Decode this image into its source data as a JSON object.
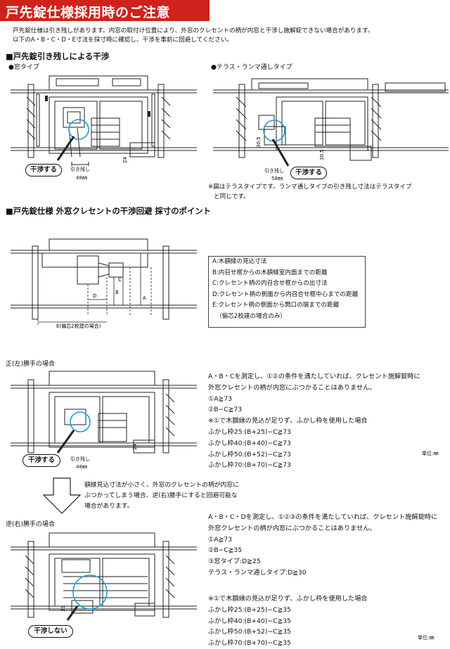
{
  "title": "戸先錠仕様採用時のご注意",
  "intro": [
    "戸先錠仕様は引き残しがあります。内窓の取付け位置により、外窓のクレセントの柄が内窓と干渉し施解錠できない場合があります。",
    "以下のA・B・C・D・E寸法を採寸時に確認し、干渉を事前に回避してください。"
  ],
  "section1": {
    "heading": "■戸先錠引き残しによる干渉",
    "left_label": "●窓タイプ",
    "right_label": "●テラス・ランマ通しタイプ",
    "left_fig": {
      "bubble": "干渉する",
      "hikinokoshi": "引き残し",
      "hikinokoshi_val": "48㎜",
      "dim24": "24"
    },
    "right_fig": {
      "bubble": "干渉する",
      "hikinokoshi": "引き残し",
      "hikinokoshi_val": "58㎜",
      "dim1": "30.5",
      "dim2": "30.5"
    },
    "note": [
      "※図はテラスタイプです。ランマ通しタイプの引き残し寸法はテラスタイプ",
      "と同じです。"
    ]
  },
  "section2": {
    "heading": "■戸先錠仕様 外窓クレセントの干渉回避 採寸のポイント",
    "dim_labels": {
      "a": "A",
      "b": "B",
      "c": "C",
      "d": "D",
      "e": "E(偏芯2枚建の場合)"
    },
    "legend": [
      "A:木額縁の見込寸法",
      "B:内召せ框からの木額縁室内面までの距離",
      "C:クレセント柄の内召合せ框からの出寸法",
      "D:クレセント柄の側面から内召合せ框中心までの距離",
      "E:クレセント柄の側面から開口の端までの距離",
      "（偏芯2枚建の場合のみ）"
    ]
  },
  "case_left": {
    "label": "正(左)勝手の場合",
    "bubble": "干渉する",
    "hikinokoshi": "引き残し",
    "hikinokoshi_val": "48㎜",
    "dim24": "24",
    "text": [
      "A・B・Cを測定し、①②の条件を満たしていれば、クレセント施解錠時に",
      "外窓クレセントの柄が内窓にぶつかることはありません。",
      "①A≧73",
      "②B−C≧73",
      "※①で木額縁の見込が足りず、ふかし枠を使用した場合",
      "ふかし枠25:(B+25)−C≧73",
      "ふかし枠40:(B+40)−C≧73",
      "ふかし枠50:(B+52)−C≧73",
      "ふかし枠70:(B+70)−C≧73"
    ],
    "unit": "単位:㎜"
  },
  "arrow_note": [
    "額縁見込寸法が小さく、外窓のクレセントの柄が内窓に",
    "ぶつかってしまう場合、逆(右)勝手にすると回避可能な",
    "場合があります。"
  ],
  "case_right": {
    "label": "逆(右)勝手の場合",
    "bubble": "干渉しない",
    "dim31": "31",
    "text": [
      "A・B・C・Dを測定し、①②③の条件を満たしていれば、クレセント施解錠時に",
      "外窓クレセントの柄が内窓にぶつかることはありません。",
      "①A≧73",
      "②B−C≧35",
      "③窓タイプ:D≧25",
      "テラス・ランマ通しタイプ:D≧30"
    ],
    "text2": [
      "※①で木額縁の見込が足りず、ふかし枠を使用した場合",
      "ふかし枠25:(B+25)−C≧35",
      "ふかし枠40:(B+40)−C≧35",
      "ふかし枠50:(B+52)−C≧35",
      "ふかし枠70:(B+70)−C≧35"
    ],
    "unit": "単位:㎜"
  },
  "colors": {
    "title_bg": "#d0221d",
    "highlight": "#1e9bd7",
    "line": "#222222"
  }
}
